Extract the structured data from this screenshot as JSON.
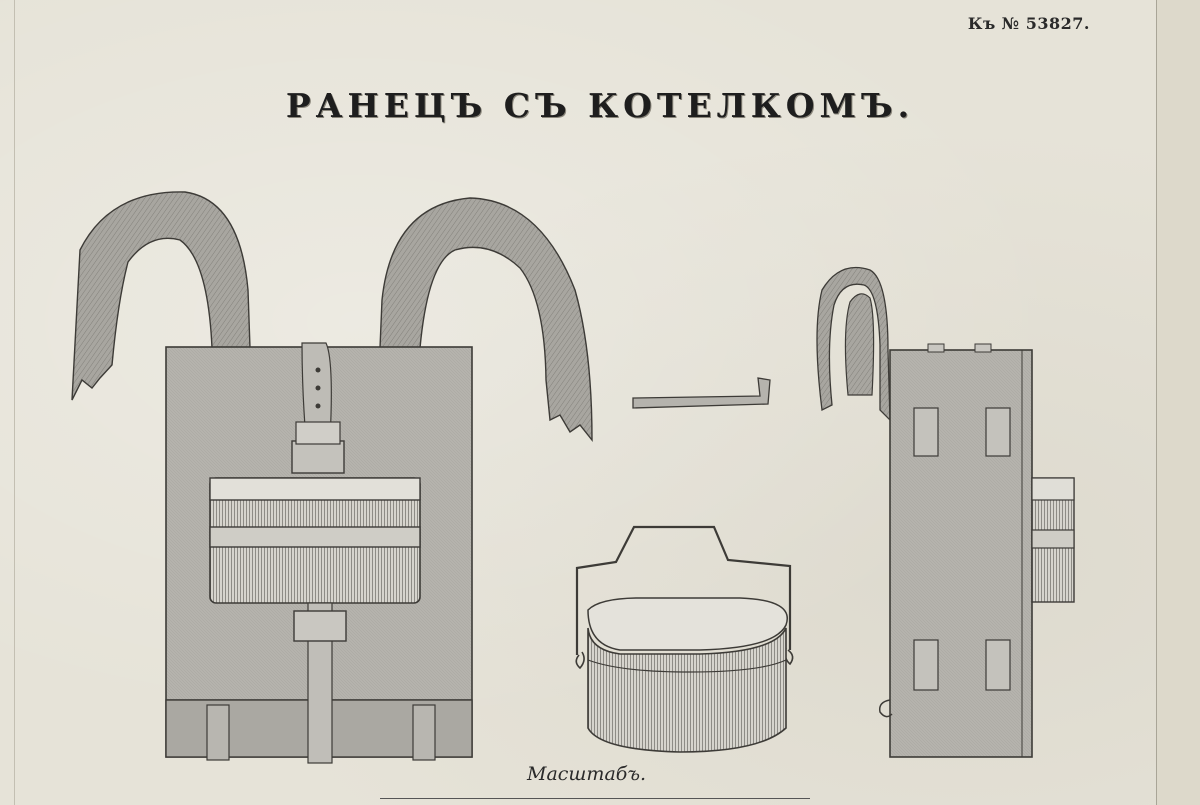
{
  "plate": {
    "ref_number": "Къ № 53827.",
    "title": "РАНЕЦЪ СЪ КОТЕЛКОМЪ.",
    "scale_label": "Масштабъ."
  },
  "colors": {
    "paper": "#e6e3d8",
    "ink": "#2a2a2a",
    "fill_knapsack": "#b3b1ab",
    "fill_kettle": "#d2d0c9",
    "strap": "#9e9c96"
  }
}
